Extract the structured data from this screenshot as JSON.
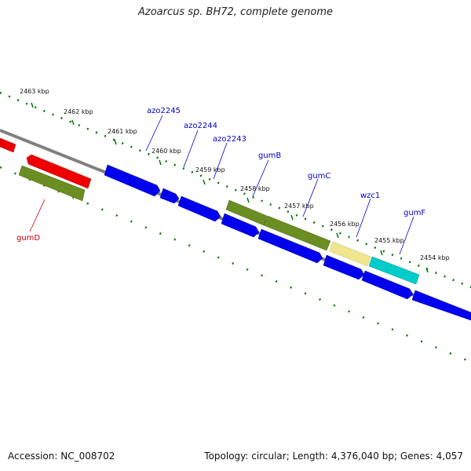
{
  "title": "Azoarcus sp. BH72, complete genome",
  "footer": {
    "accession_label": "Accession:",
    "accession": "NC_008702",
    "topology_label": "Topology:",
    "topology": "circular",
    "length_label": "Length:",
    "length": "4,376,040 bp",
    "genes_label": "Genes:",
    "genes": "4,057"
  },
  "ticks": [
    "2463 kbp",
    "2462 kbp",
    "2461 kbp",
    "2460 kbp",
    "2459 kbp",
    "2458 kbp",
    "2457 kbp",
    "2456 kbp",
    "2455 kbp",
    "2454 kbp"
  ],
  "genes": [
    {
      "name": "azo2245",
      "color": "#0000cc"
    },
    {
      "name": "azo2244",
      "color": "#0000cc"
    },
    {
      "name": "azo2243",
      "color": "#0000cc"
    },
    {
      "name": "gumB",
      "color": "#0000cc"
    },
    {
      "name": "gumC",
      "color": "#0000cc"
    },
    {
      "name": "wzc1",
      "color": "#0000cc"
    },
    {
      "name": "gumF",
      "color": "#0000cc"
    },
    {
      "name": "gumD",
      "color": "#cc0000"
    }
  ],
  "colors": {
    "backbone": "#808080",
    "forward_blue": "#0000ee",
    "olive": "#6b8e23",
    "red": "#ee0000",
    "khaki": "#f0e68c",
    "cyan": "#00cccc",
    "tick_green": "#007700"
  }
}
